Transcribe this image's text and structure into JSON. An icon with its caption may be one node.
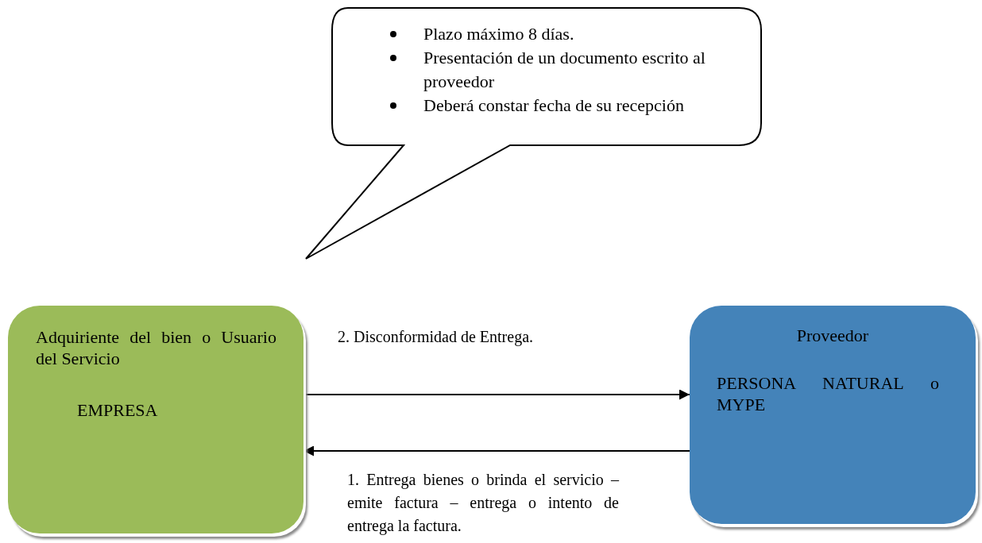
{
  "diagram": {
    "nodes": [
      {
        "text": [
          "Plazo máximo 8 días.",
          "Presentación de un documento escrito al proveedor",
          "Deberá constar fecha de  su recepción"
        ]
      },
      {
        "text": [
          "Adquiriente del bien o Usuario del Servicio",
          "EMPRESA"
        ]
      },
      {
        "text": [
          "Proveedor",
          "PERSONA NATURAL o MYPE"
        ]
      }
    ],
    "edges": [
      {
        "from": 1,
        "to": 2,
        "arrow": "to",
        "label": "2. Disconformidad de Entrega."
      },
      {
        "from": 2,
        "to": 1,
        "arrow": "to",
        "label": "1. Entrega bienes o brinda el servicio – emite factura – entrega o intento de entrega la factura."
      }
    ]
  }
}
